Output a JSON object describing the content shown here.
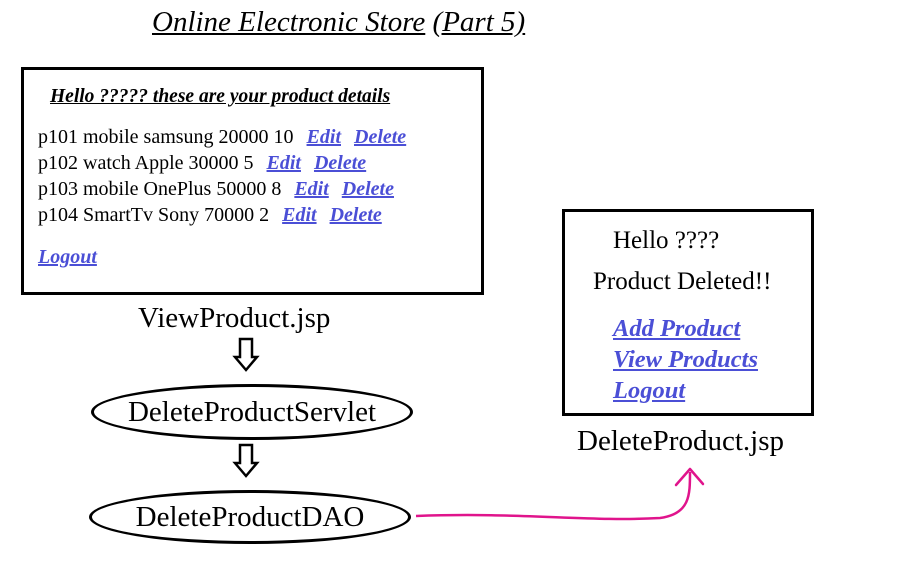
{
  "title": {
    "main": "Online Electronic Store",
    "part": "(Part 5)"
  },
  "view_product_page": {
    "greeting": "Hello ????? these are your product details",
    "products": [
      {
        "text": "p101 mobile samsung 20000 10",
        "edit": "Edit",
        "delete": "Delete"
      },
      {
        "text": "p102 watch Apple 30000 5",
        "edit": "Edit",
        "delete": "Delete"
      },
      {
        "text": "p103 mobile OnePlus 50000 8",
        "edit": "Edit",
        "delete": "Delete"
      },
      {
        "text": "p104 SmartTv Sony 70000 2",
        "edit": "Edit",
        "delete": "Delete"
      }
    ],
    "logout": "Logout",
    "caption": "ViewProduct.jsp"
  },
  "flow": {
    "servlet": "DeleteProductServlet",
    "dao": "DeleteProductDAO"
  },
  "delete_product_page": {
    "greeting": "Hello ????",
    "message": "Product Deleted!!",
    "links": {
      "add": "Add Product",
      "view": "View Products",
      "logout": "Logout"
    },
    "caption": "DeleteProduct.jsp"
  },
  "colors": {
    "link": "#4b4fd6",
    "flow_arrow": "#e0148c",
    "border": "#000000"
  }
}
